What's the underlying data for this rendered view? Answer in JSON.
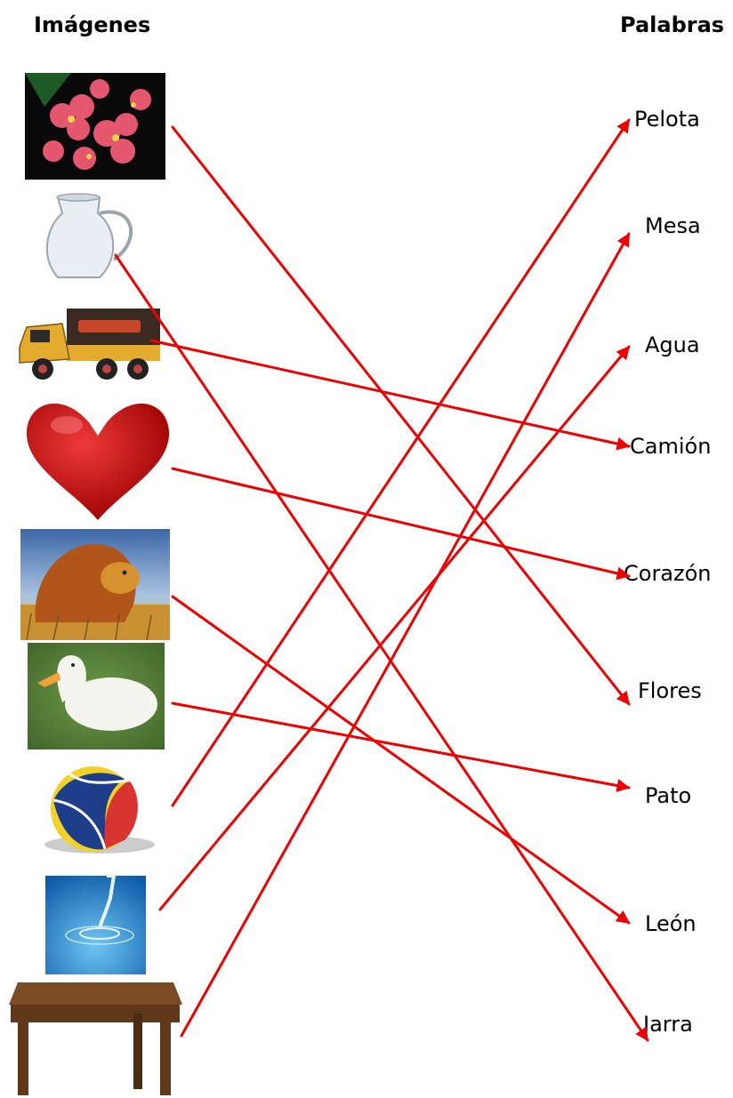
{
  "headers": {
    "left": "Imágenes",
    "right": "Palabras"
  },
  "words": [
    "Pelota",
    "Mesa",
    "Agua",
    "Camión",
    "Corazón",
    "Flores",
    "Pato",
    "León",
    "Jarra"
  ],
  "images": [
    "flowers-image",
    "jug-image",
    "truck-image",
    "heart-image",
    "lion-image",
    "duck-image",
    "ball-image",
    "water-drop-image",
    "table-image"
  ],
  "matches": [
    {
      "image": "flowers-image",
      "word": "Flores"
    },
    {
      "image": "jug-image",
      "word": "Jarra"
    },
    {
      "image": "truck-image",
      "word": "Camión"
    },
    {
      "image": "heart-image",
      "word": "Corazón"
    },
    {
      "image": "lion-image",
      "word": "León"
    },
    {
      "image": "duck-image",
      "word": "Pato"
    },
    {
      "image": "ball-image",
      "word": "Pelota"
    },
    {
      "image": "water-drop-image",
      "word": "Agua"
    },
    {
      "image": "table-image",
      "word": "Mesa"
    }
  ],
  "colors": {
    "arrow": "#ee0000",
    "heart": "#c00a0a",
    "water": "#1f8fd6"
  }
}
